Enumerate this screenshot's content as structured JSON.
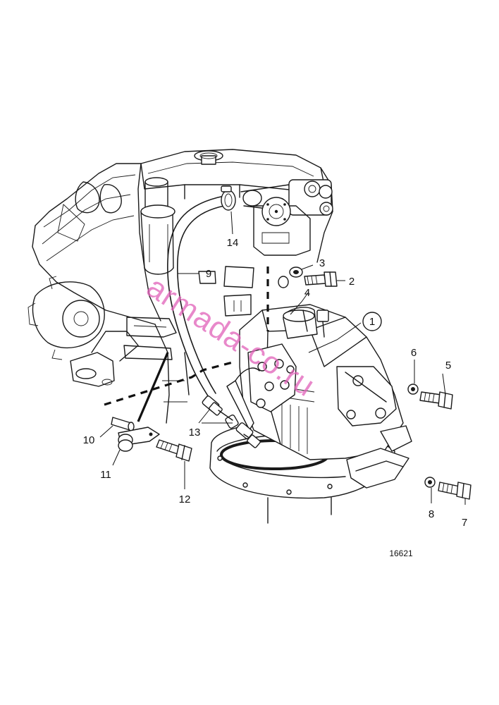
{
  "figure_number": "16621",
  "watermark": "armada-co.ru",
  "part_labels": {
    "p1": "1",
    "p2": "2",
    "p3": "3",
    "p4": "4",
    "p5": "5",
    "p6": "6",
    "p7": "7",
    "p8": "8",
    "p9": "9",
    "p10": "10",
    "p11": "11",
    "p12": "12",
    "p13": "13",
    "p14": "14"
  }
}
